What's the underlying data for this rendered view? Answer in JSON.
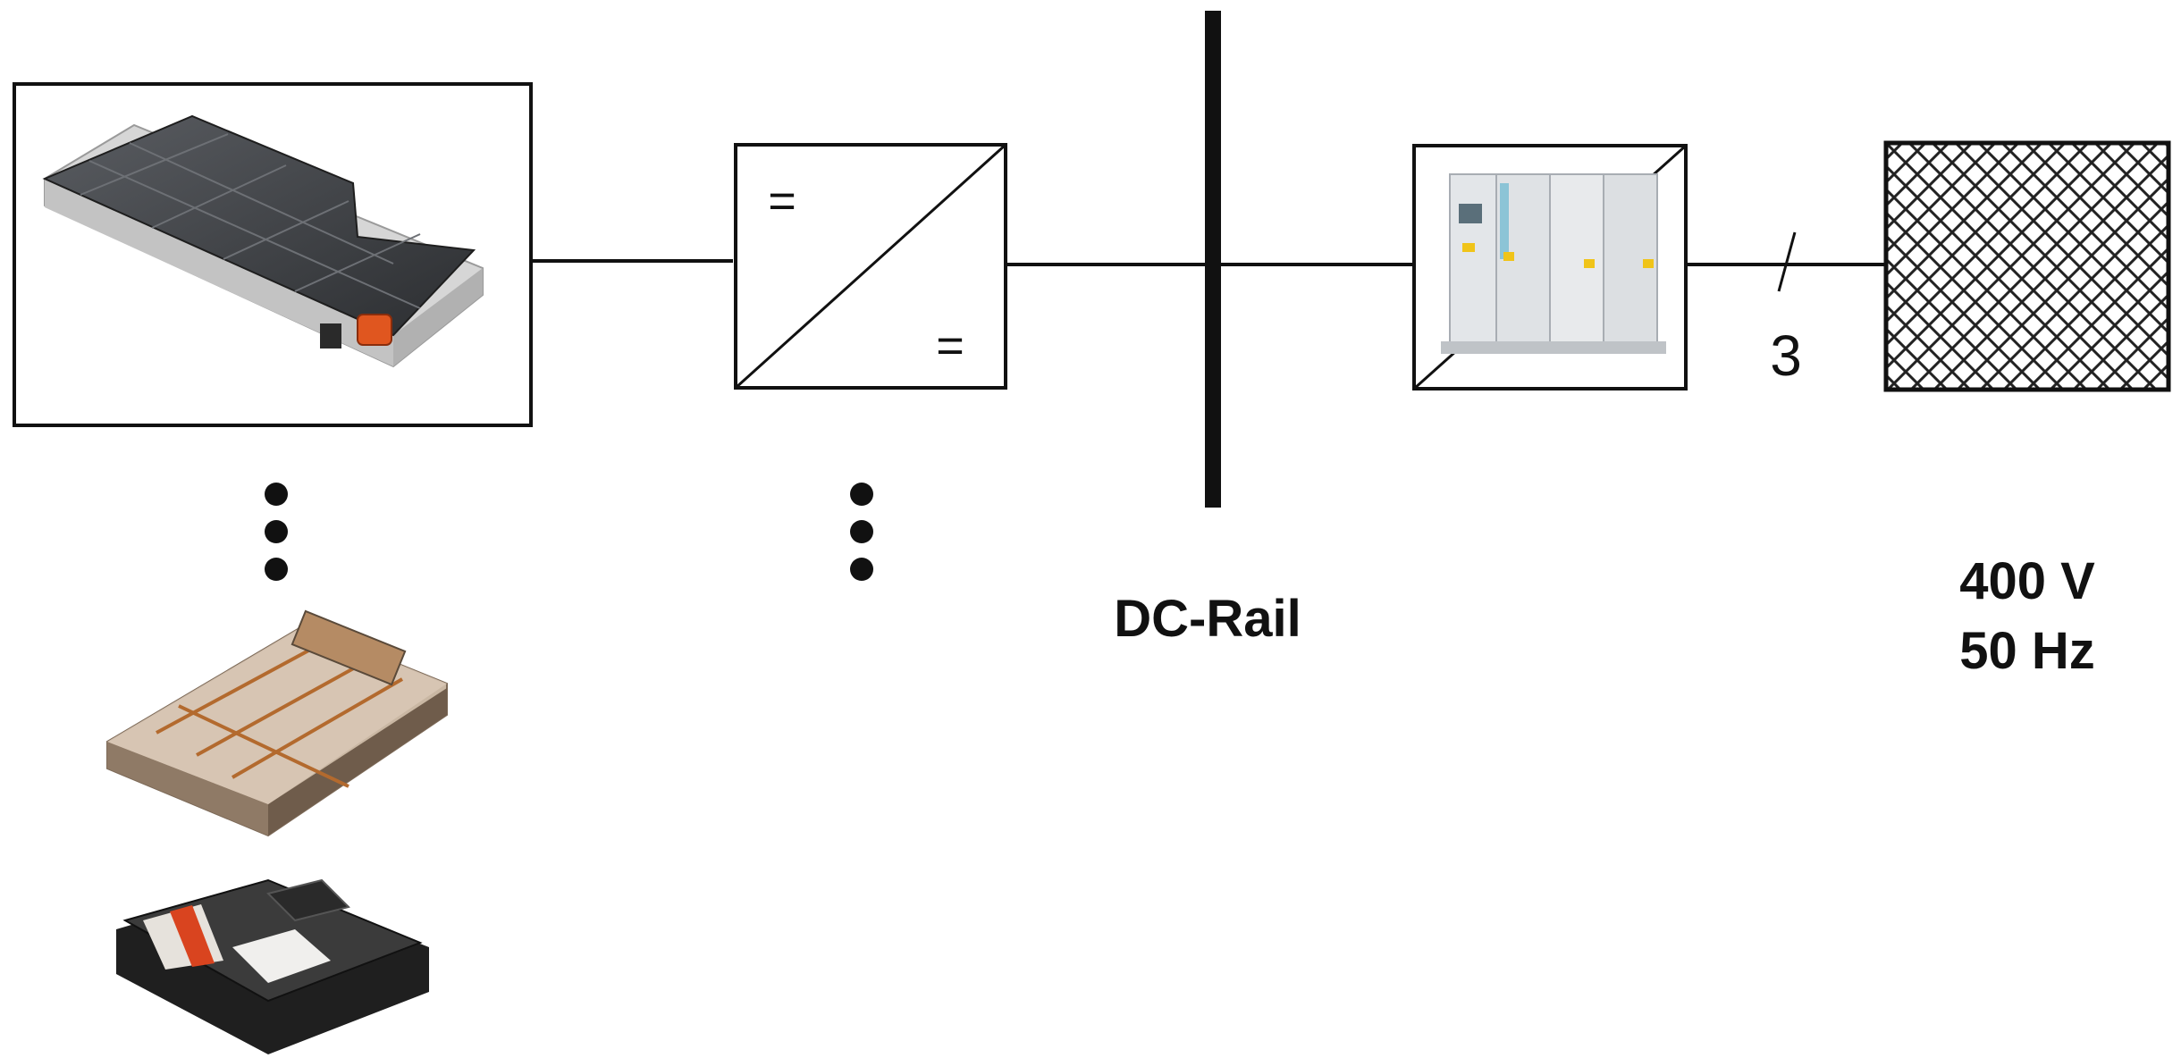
{
  "converter": {
    "input_symbol": "=",
    "output_symbol": "="
  },
  "bus": {
    "label": "DC-Rail"
  },
  "ac_line": {
    "phase_count": "3"
  },
  "grid": {
    "voltage": "400 V",
    "frequency": "50 Hz"
  }
}
